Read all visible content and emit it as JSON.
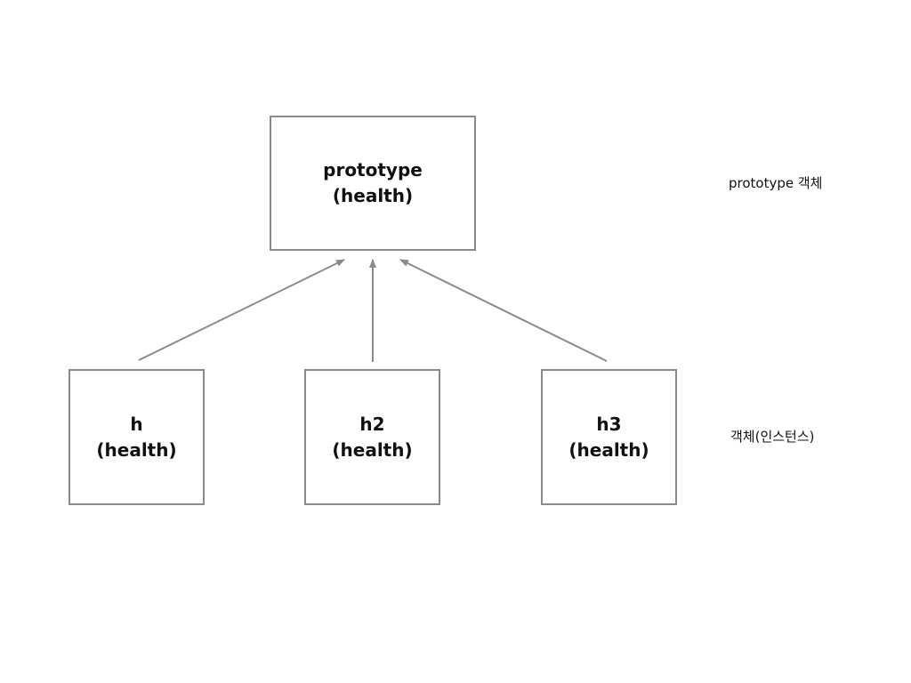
{
  "prototype_node": {
    "line1": "prototype",
    "line2": "(health)"
  },
  "instances": [
    {
      "line1": "h",
      "line2": "(health)"
    },
    {
      "line1": "h2",
      "line2": "(health)"
    },
    {
      "line1": "h3",
      "line2": "(health)"
    }
  ],
  "labels": {
    "prototype_label": "prototype 객체",
    "instances_label": "객체(인스턴스)"
  },
  "colors": {
    "border": "#8a8a8a",
    "arrow": "#8a8a8a",
    "text": "#111111",
    "background": "#ffffff"
  }
}
